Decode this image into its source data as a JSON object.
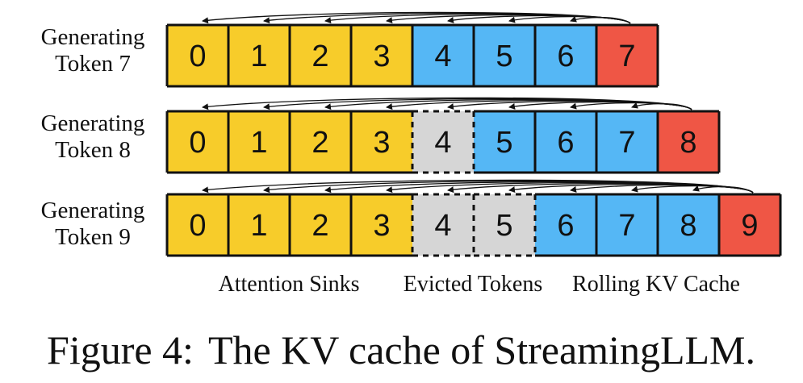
{
  "colors": {
    "sink": "#F7CC2A",
    "rolling": "#55B7F5",
    "evicted": "#D6D6D6",
    "current": "#EF5645",
    "border": "#111111"
  },
  "rows": [
    {
      "label_line1": "Generating",
      "label_line2": "Token 7",
      "cells": [
        {
          "value": "0",
          "kind": "sink"
        },
        {
          "value": "1",
          "kind": "sink"
        },
        {
          "value": "2",
          "kind": "sink"
        },
        {
          "value": "3",
          "kind": "sink"
        },
        {
          "value": "4",
          "kind": "rolling"
        },
        {
          "value": "5",
          "kind": "rolling"
        },
        {
          "value": "6",
          "kind": "rolling"
        },
        {
          "value": "7",
          "kind": "current"
        }
      ]
    },
    {
      "label_line1": "Generating",
      "label_line2": "Token 8",
      "cells": [
        {
          "value": "0",
          "kind": "sink"
        },
        {
          "value": "1",
          "kind": "sink"
        },
        {
          "value": "2",
          "kind": "sink"
        },
        {
          "value": "3",
          "kind": "sink"
        },
        {
          "value": "4",
          "kind": "evicted"
        },
        {
          "value": "5",
          "kind": "rolling"
        },
        {
          "value": "6",
          "kind": "rolling"
        },
        {
          "value": "7",
          "kind": "rolling"
        },
        {
          "value": "8",
          "kind": "current"
        }
      ]
    },
    {
      "label_line1": "Generating",
      "label_line2": "Token 9",
      "cells": [
        {
          "value": "0",
          "kind": "sink"
        },
        {
          "value": "1",
          "kind": "sink"
        },
        {
          "value": "2",
          "kind": "sink"
        },
        {
          "value": "3",
          "kind": "sink"
        },
        {
          "value": "4",
          "kind": "evicted"
        },
        {
          "value": "5",
          "kind": "evicted"
        },
        {
          "value": "6",
          "kind": "rolling"
        },
        {
          "value": "7",
          "kind": "rolling"
        },
        {
          "value": "8",
          "kind": "rolling"
        },
        {
          "value": "9",
          "kind": "current"
        }
      ]
    }
  ],
  "legend": {
    "sinks": "Attention Sinks",
    "evicted": "Evicted Tokens",
    "rolling": "Rolling KV Cache"
  },
  "caption": {
    "prefix": "Figure 4:",
    "text": "The KV cache of StreamingLLM."
  }
}
